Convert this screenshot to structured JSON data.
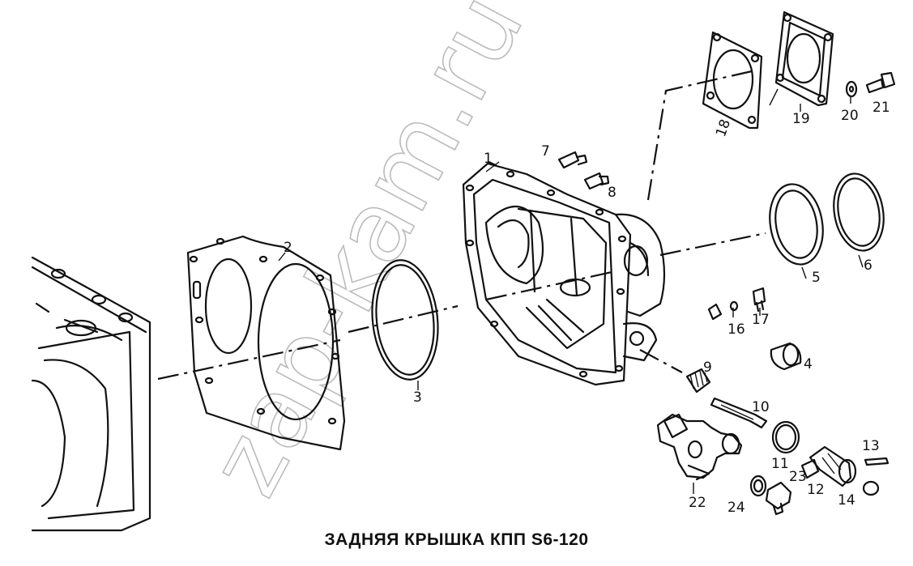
{
  "title": "ЗАДНЯЯ КРЫШКА КПП S6-120",
  "watermark": "zap-kam.ru",
  "labels": {
    "p1": "1",
    "p2": "2",
    "p3": "3",
    "p4": "4",
    "p5": "5",
    "p6": "6",
    "p7": "7",
    "p8": "8",
    "p9": "9",
    "p10": "10",
    "p11": "11",
    "p12": "12",
    "p13": "13",
    "p14": "14",
    "p16": "16",
    "p17": "17",
    "p18": "18",
    "p19": "19",
    "p20": "20",
    "p21": "21",
    "p22": "22",
    "p23": "23",
    "p24": "24"
  }
}
